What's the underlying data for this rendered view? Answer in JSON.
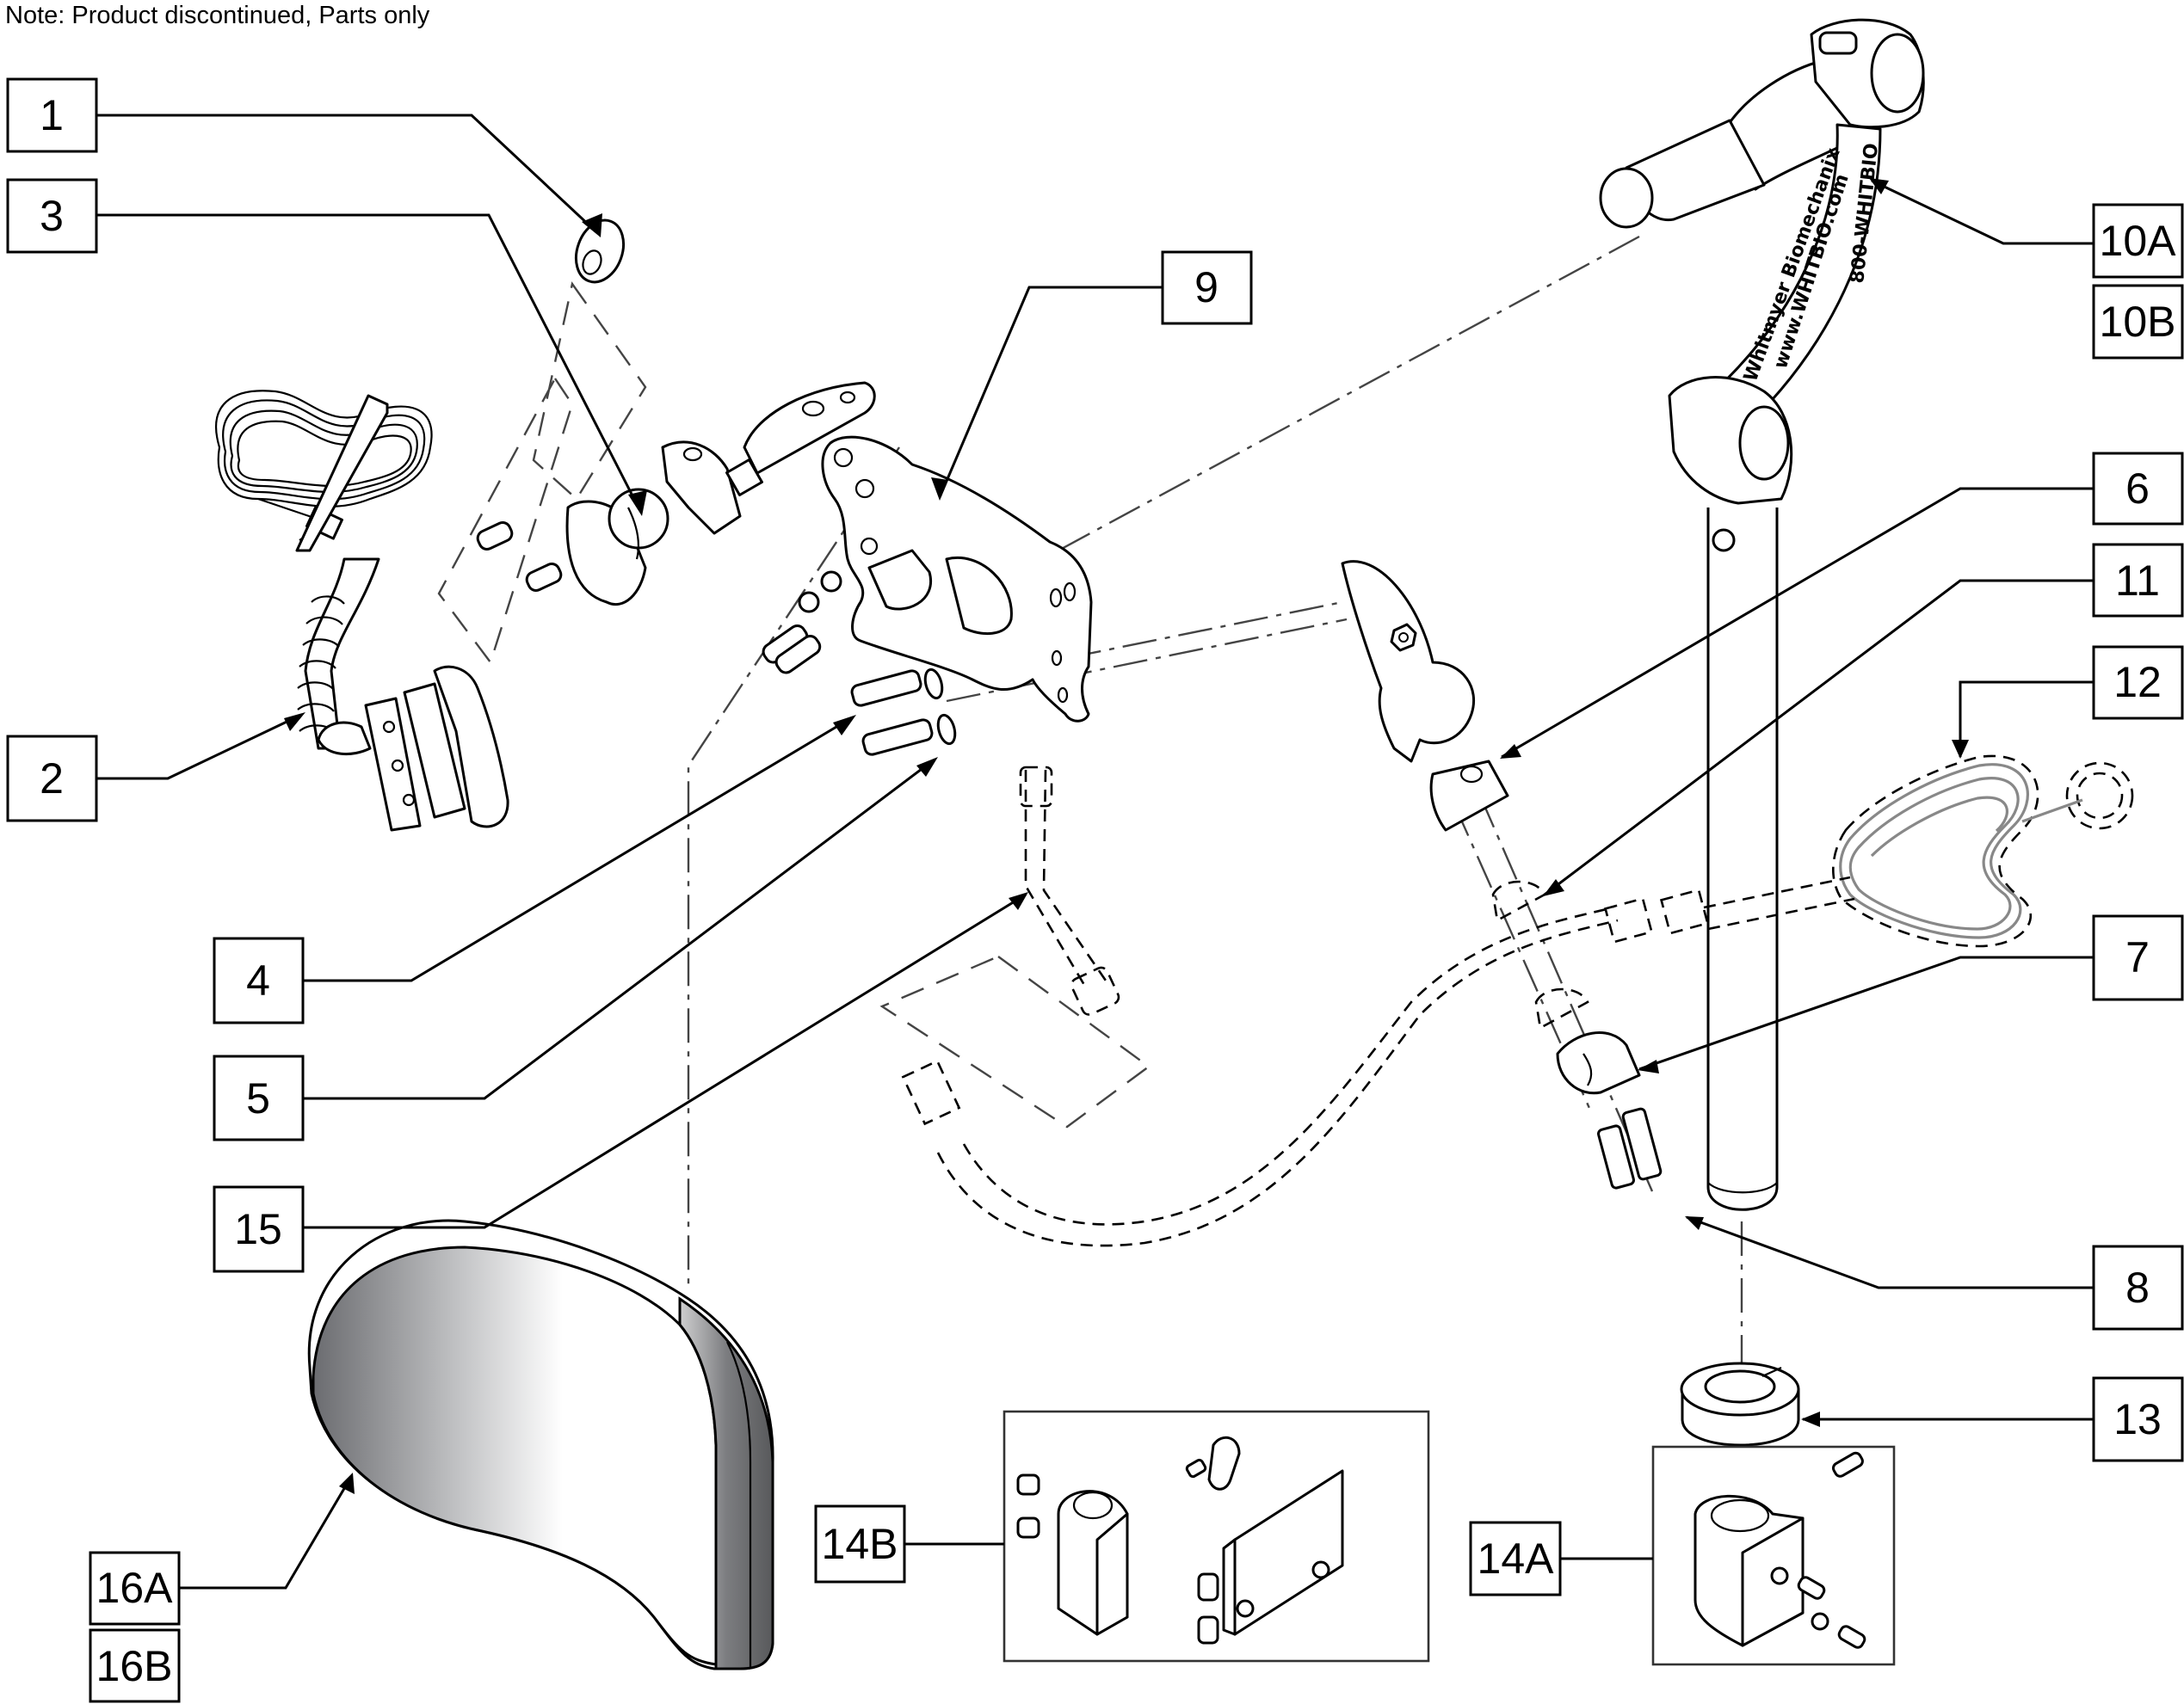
{
  "note": "Note: Product discontinued, Parts only",
  "callouts": [
    {
      "id": "c1",
      "label": "1"
    },
    {
      "id": "c3",
      "label": "3"
    },
    {
      "id": "c2",
      "label": "2"
    },
    {
      "id": "c4",
      "label": "4"
    },
    {
      "id": "c5",
      "label": "5"
    },
    {
      "id": "c15",
      "label": "15"
    },
    {
      "id": "c9",
      "label": "9"
    },
    {
      "id": "c10a",
      "label": "10A"
    },
    {
      "id": "c10b",
      "label": "10B"
    },
    {
      "id": "c6",
      "label": "6"
    },
    {
      "id": "c11",
      "label": "11"
    },
    {
      "id": "c12",
      "label": "12"
    },
    {
      "id": "c7",
      "label": "7"
    },
    {
      "id": "c8",
      "label": "8"
    },
    {
      "id": "c13",
      "label": "13"
    },
    {
      "id": "c14a",
      "label": "14A"
    },
    {
      "id": "c14b",
      "label": "14B"
    },
    {
      "id": "c16a",
      "label": "16A"
    },
    {
      "id": "c16b",
      "label": "16B"
    }
  ],
  "arm_markings": {
    "brand": "Whitmyer Biomechanix",
    "website": "www.WHITBIO.com",
    "phone": "800-WHITBIO"
  },
  "colors": {
    "line": "#000000",
    "pad_dark": "#6b6c70",
    "pad_light": "#ffffff",
    "pad_edge": "#58595b",
    "coil_gray": "#888888"
  }
}
